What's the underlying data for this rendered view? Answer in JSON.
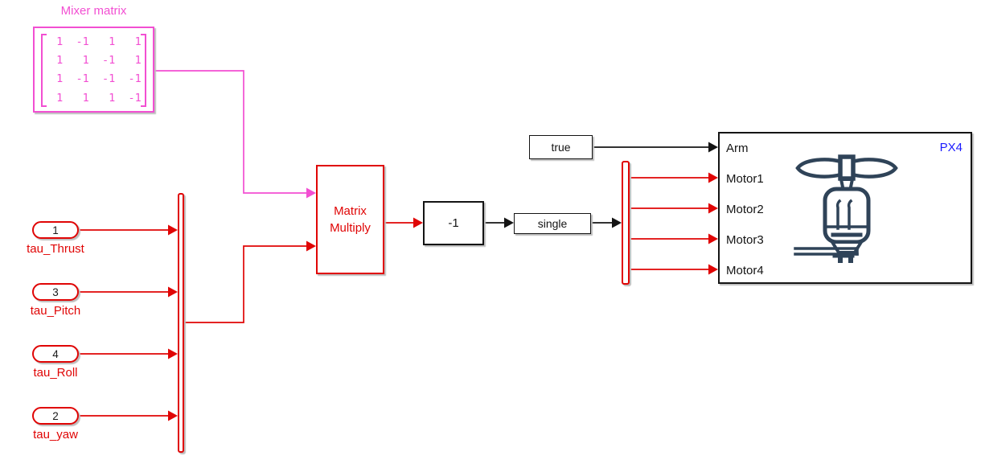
{
  "diagram": {
    "mixer": {
      "label": "Mixer matrix",
      "rows": [
        " 1  -1   1   1",
        " 1   1  -1   1",
        " 1  -1  -1  -1",
        " 1   1   1  -1"
      ]
    },
    "inports": [
      {
        "number": "1",
        "label": "tau_Thrust"
      },
      {
        "number": "3",
        "label": "tau_Pitch"
      },
      {
        "number": "4",
        "label": "tau_Roll"
      },
      {
        "number": "2",
        "label": "tau_yaw"
      }
    ],
    "matrix_multiply": {
      "line1": "Matrix",
      "line2": "Multiply"
    },
    "gain": {
      "label": "-1"
    },
    "cast": {
      "label": "single"
    },
    "constant": {
      "label": "true"
    },
    "px4": {
      "title": "PX4",
      "ports": [
        "Arm",
        "Motor1",
        "Motor2",
        "Motor3",
        "Motor4"
      ]
    },
    "colors": {
      "red": "#e00505",
      "magenta": "#f24fd2",
      "blue": "#1a1aff",
      "icon_navy": "#2f4358",
      "black": "#141414"
    }
  }
}
